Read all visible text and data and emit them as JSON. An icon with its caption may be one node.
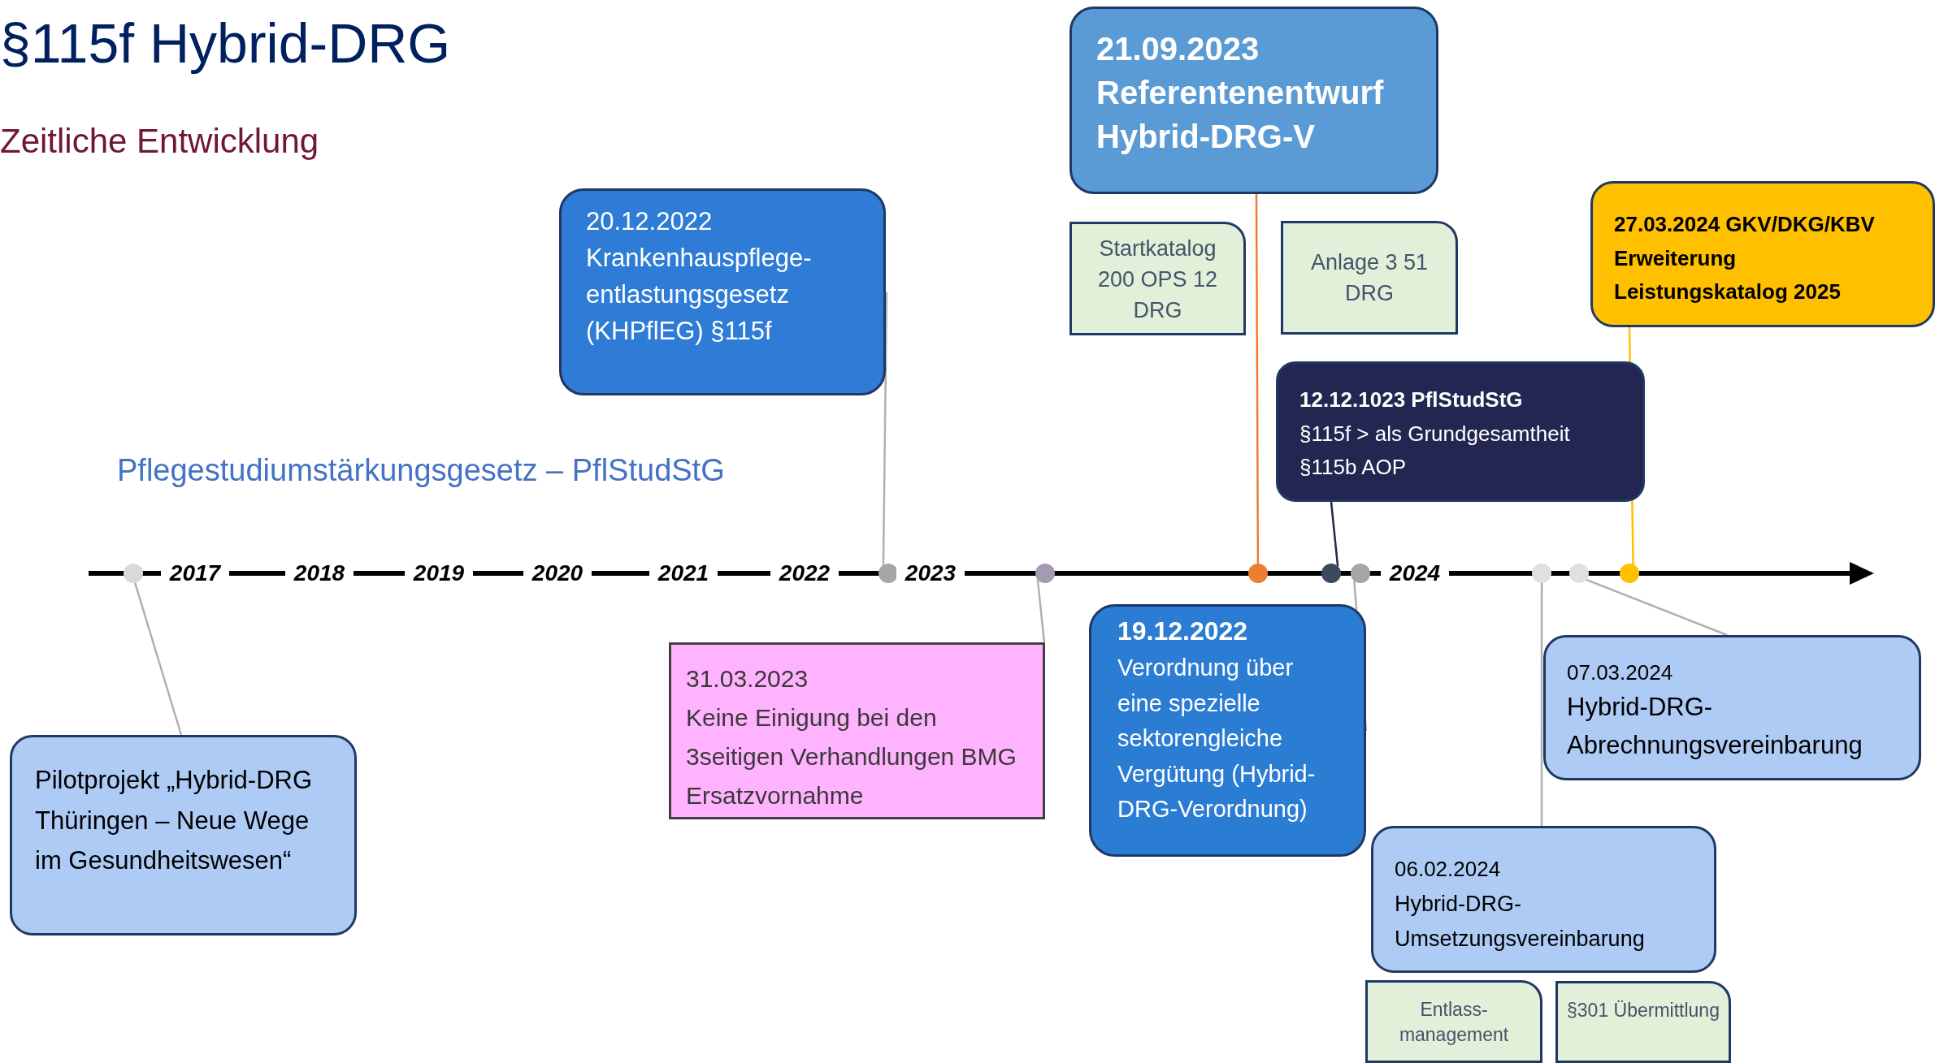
{
  "diagram": {
    "title": "§115f Hybrid-DRG",
    "nodes": [
      {
        "text": [
          "21.09.2023",
          "Referentenentwurf Hybrid-DRG-V"
        ]
      },
      {
        "text": [
          "20.12.2022",
          "Krankenhauspflege- entlastungsgesetz (KHPflEG) §115f"
        ]
      },
      {
        "text": [
          "Startkatalog 200 OPS 12 DRG"
        ]
      },
      {
        "text": [
          "Anlage 3 51 DRG"
        ]
      },
      {
        "text": [
          "27.03.2024 GKV/DKG/KBV Erweiterung Leistungskatalog 2025"
        ]
      },
      {
        "text": [
          "12.12.1023 PflStudStG",
          "§115f > als Grundgesamtheit §115b AOP"
        ]
      },
      {
        "text": [
          "19.12.2022",
          "Verordnung über eine spezielle sektorengleiche Vergütung (Hybrid-DRG-Verordnung)"
        ]
      },
      {
        "text": [
          "31.03.2023",
          "Keine Einigung bei den 3seitigen Verhandlungen BMG Ersatzvornahme"
        ]
      },
      {
        "text": [
          "07.03.2024",
          "Hybrid-DRG- Abrechnungsvereinbarung"
        ]
      },
      {
        "text": [
          "Pilotprojekt „Hybrid-DRG Thüringen – Neue Wege im Gesundheitswesen“"
        ]
      },
      {
        "text": [
          "06.02.2024",
          "Hybrid-DRG- Umsetzungsvereinbarung"
        ]
      },
      {
        "text": [
          "Entlass- management"
        ]
      },
      {
        "text": [
          "§301 Übermittlung"
        ]
      },
      {
        "text": [],
        "shape": "circle"
      },
      {
        "text": [],
        "shape": "circle"
      },
      {
        "text": [],
        "shape": "circle"
      },
      {
        "text": [],
        "shape": "circle"
      },
      {
        "text": [],
        "shape": "circle"
      },
      {
        "text": [],
        "shape": "circle"
      },
      {
        "text": [],
        "shape": "circle"
      },
      {
        "text": [],
        "shape": "circle"
      },
      {
        "text": [],
        "shape": "circle"
      }
    ],
    "edges": [
      {
        "from": 13,
        "to": 9,
        "arrow": "none"
      },
      {
        "from": 14,
        "to": 1,
        "arrow": "none"
      },
      {
        "from": 15,
        "to": 7,
        "arrow": "none"
      },
      {
        "from": 16,
        "to": 0,
        "arrow": "none",
        "color": "#ed7d31"
      },
      {
        "from": 17,
        "to": 5,
        "arrow": "none",
        "color": "#222651"
      },
      {
        "from": 18,
        "to": 6,
        "arrow": "none"
      },
      {
        "from": 19,
        "to": 10,
        "arrow": "none"
      },
      {
        "from": 20,
        "to": 8,
        "arrow": "none"
      },
      {
        "from": 21,
        "to": 4,
        "arrow": "none",
        "color": "#ffc000"
      }
    ],
    "labels": [
      "Zeitliche Entwicklung",
      "Pflegestudiumstärkungsgesetz – PflStudStG",
      "2017",
      "2018",
      "2019",
      "2020",
      "2021",
      "2022",
      "2023",
      "2024"
    ]
  }
}
